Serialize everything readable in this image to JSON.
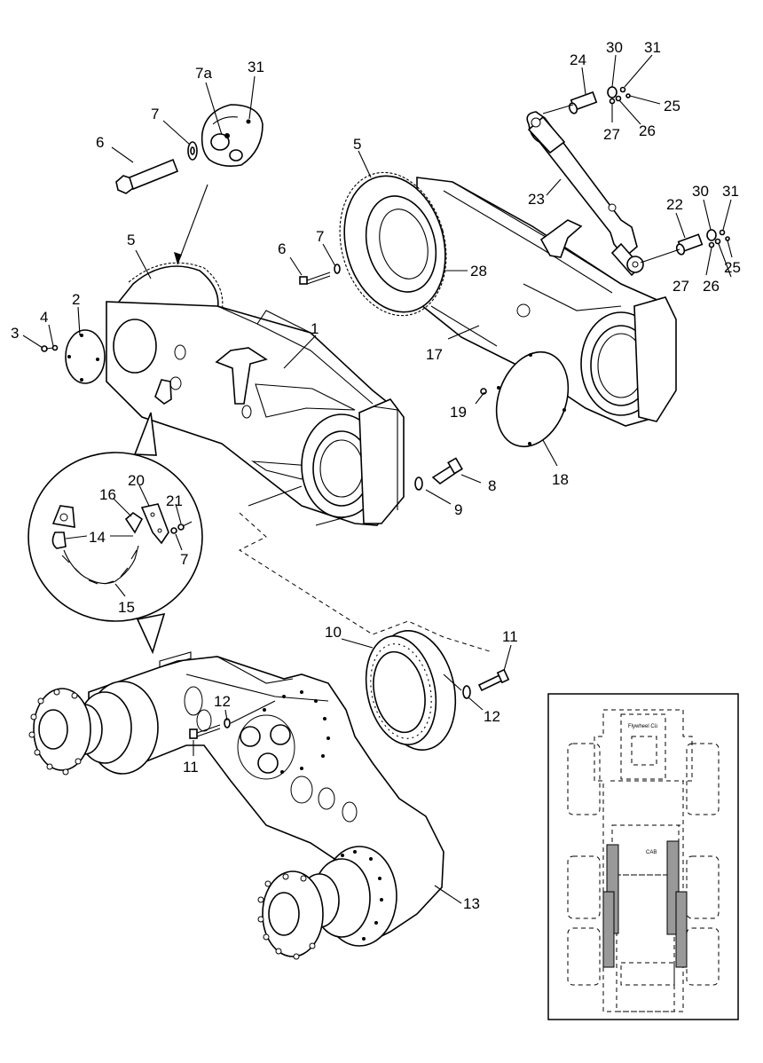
{
  "figure": {
    "callouts": [
      {
        "id": "c-31-top",
        "text": "31"
      },
      {
        "id": "c-7a",
        "text": "7a"
      },
      {
        "id": "c-7-top",
        "text": "7"
      },
      {
        "id": "c-6-top",
        "text": "6"
      },
      {
        "id": "c-5-left",
        "text": "5"
      },
      {
        "id": "c-2",
        "text": "2"
      },
      {
        "id": "c-4",
        "text": "4"
      },
      {
        "id": "c-3",
        "text": "3"
      },
      {
        "id": "c-1",
        "text": "1"
      },
      {
        "id": "c-5-right",
        "text": "5"
      },
      {
        "id": "c-6-mid",
        "text": "6"
      },
      {
        "id": "c-7-mid",
        "text": "7"
      },
      {
        "id": "c-28",
        "text": "28"
      },
      {
        "id": "c-17",
        "text": "17"
      },
      {
        "id": "c-24",
        "text": "24"
      },
      {
        "id": "c-30-top",
        "text": "30"
      },
      {
        "id": "c-31-right-top",
        "text": "31"
      },
      {
        "id": "c-25-top",
        "text": "25"
      },
      {
        "id": "c-27-top",
        "text": "27"
      },
      {
        "id": "c-26-top",
        "text": "26"
      },
      {
        "id": "c-23",
        "text": "23"
      },
      {
        "id": "c-22",
        "text": "22"
      },
      {
        "id": "c-30-mid",
        "text": "30"
      },
      {
        "id": "c-31-mid",
        "text": "31"
      },
      {
        "id": "c-25-mid",
        "text": "25"
      },
      {
        "id": "c-27-mid",
        "text": "27"
      },
      {
        "id": "c-26-mid",
        "text": "26"
      },
      {
        "id": "c-19",
        "text": "19"
      },
      {
        "id": "c-18",
        "text": "18"
      },
      {
        "id": "c-8",
        "text": "8"
      },
      {
        "id": "c-9",
        "text": "9"
      },
      {
        "id": "c-16",
        "text": "16"
      },
      {
        "id": "c-20",
        "text": "20"
      },
      {
        "id": "c-21",
        "text": "21"
      },
      {
        "id": "c-14",
        "text": "14"
      },
      {
        "id": "c-7-detail",
        "text": "7"
      },
      {
        "id": "c-15",
        "text": "15"
      },
      {
        "id": "c-10",
        "text": "10"
      },
      {
        "id": "c-11-right",
        "text": "11"
      },
      {
        "id": "c-12-right",
        "text": "12"
      },
      {
        "id": "c-12-left",
        "text": "12"
      },
      {
        "id": "c-11-left",
        "text": "11"
      },
      {
        "id": "c-13",
        "text": "13"
      }
    ],
    "inset": {
      "label_top": "Flywheel Cü",
      "label_cab": "CAB"
    }
  }
}
